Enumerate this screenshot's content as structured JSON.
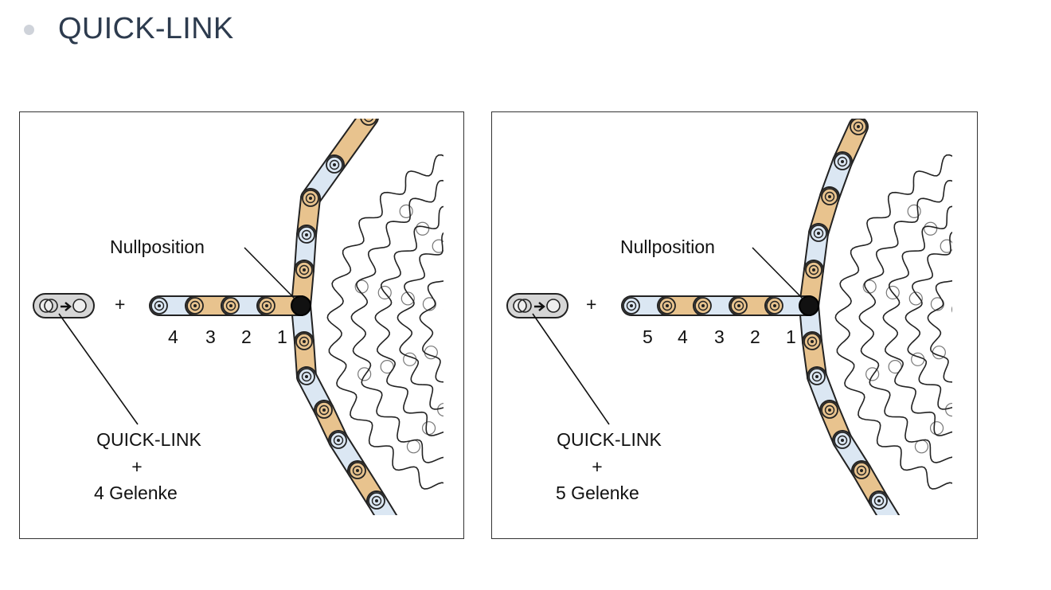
{
  "title": "QUICK-LINK",
  "colors": {
    "link_orange": "#e8c38e",
    "link_blue": "#dbe7f3",
    "outline": "#222222",
    "heading": "#2d3b4e",
    "bullet": "#cfd3da"
  },
  "panels": [
    {
      "null_label": "Nullposition",
      "plus": "+",
      "numbers": [
        "4",
        "3",
        "2",
        "1"
      ],
      "ql_label": "QUICK-LINK",
      "ql_plus": "+",
      "gelenke_label": "4 Gelenke"
    },
    {
      "null_label": "Nullposition",
      "plus": "+",
      "numbers": [
        "5",
        "4",
        "3",
        "2",
        "1"
      ],
      "ql_label": "QUICK-LINK",
      "ql_plus": "+",
      "gelenke_label": "5 Gelenke"
    }
  ]
}
